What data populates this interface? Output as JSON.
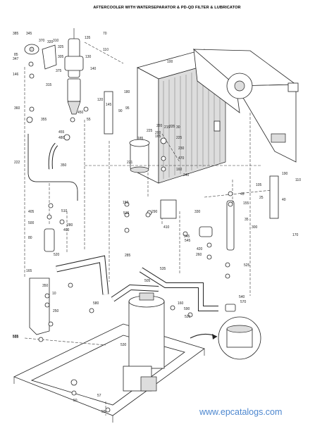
{
  "title": "AFTERCOOLER WITH WATERSEPARATOR & PD-QD FILTER & LUBRICATOR",
  "watermark": "www.epcatalogs.com",
  "labels": [
    "385",
    "345",
    "370",
    "320",
    "310",
    "135",
    "70",
    "325",
    "305",
    "375",
    "347",
    "85",
    "110",
    "130",
    "146",
    "100",
    "315",
    "140",
    "120",
    "90",
    "95",
    "180",
    "145",
    "360",
    "450",
    "355",
    "55",
    "200",
    "455",
    "480",
    "165",
    "215",
    "185",
    "225",
    "220",
    "335",
    "30",
    "225",
    "230",
    "222",
    "350",
    "470",
    "221",
    "160",
    "240",
    "190",
    "110",
    "105",
    "25",
    "45",
    "155",
    "40",
    "35",
    "150",
    "290",
    "410",
    "330",
    "405",
    "510",
    "500",
    "515",
    "285",
    "300",
    "400",
    "280",
    "80",
    "520",
    "545",
    "345",
    "170",
    "420",
    "260",
    "165",
    "525",
    "350",
    "10",
    "515",
    "535",
    "250",
    "505",
    "580",
    "570",
    "540",
    "160",
    "590",
    "520",
    "585",
    "530",
    "57",
    "55",
    "50"
  ]
}
